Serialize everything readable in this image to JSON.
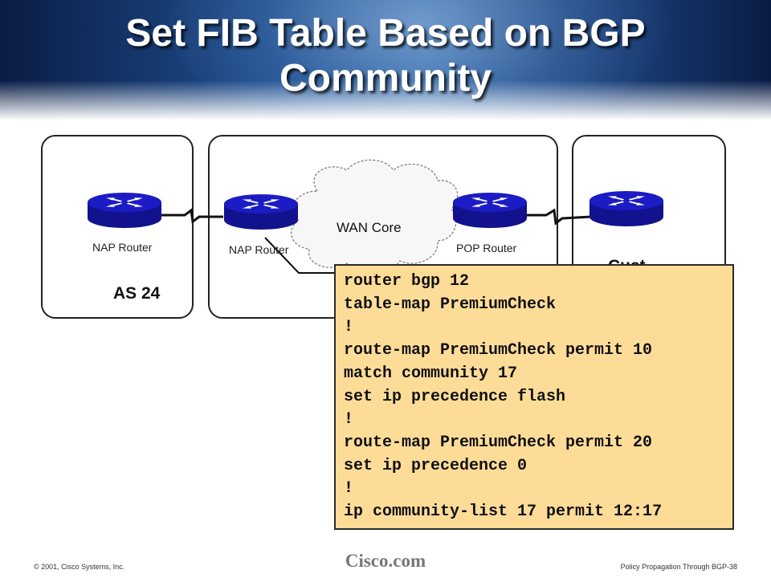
{
  "title": {
    "line1": "Set FIB Table Based on BGP",
    "line2": "Community"
  },
  "diagram": {
    "routers": [
      {
        "id": "nap-left",
        "label": "NAP Router"
      },
      {
        "id": "nap-center",
        "label": "NAP Router"
      },
      {
        "id": "pop",
        "label": "POP Router"
      },
      {
        "id": "customer",
        "label": ""
      }
    ],
    "cloud_label": "WAN Core",
    "as_label": "AS 24",
    "customer_label_partial": "Cust"
  },
  "config": {
    "lines": [
      "router bgp 12",
      "table-map PremiumCheck",
      "!",
      "route-map PremiumCheck permit 10",
      "match community 17",
      "set ip precedence flash",
      "!",
      "route-map PremiumCheck permit 20",
      "set ip precedence 0",
      "!",
      "ip community-list 17 permit 12:17"
    ]
  },
  "footer": {
    "copyright": "© 2001, Cisco Systems, Inc.",
    "logo": "Cisco.com",
    "page": "Policy Propagation Through BGP-38"
  },
  "colors": {
    "router_blue": "#1c1cc4",
    "config_background": "#fddc98",
    "header_blue": "#1f4f8f"
  }
}
